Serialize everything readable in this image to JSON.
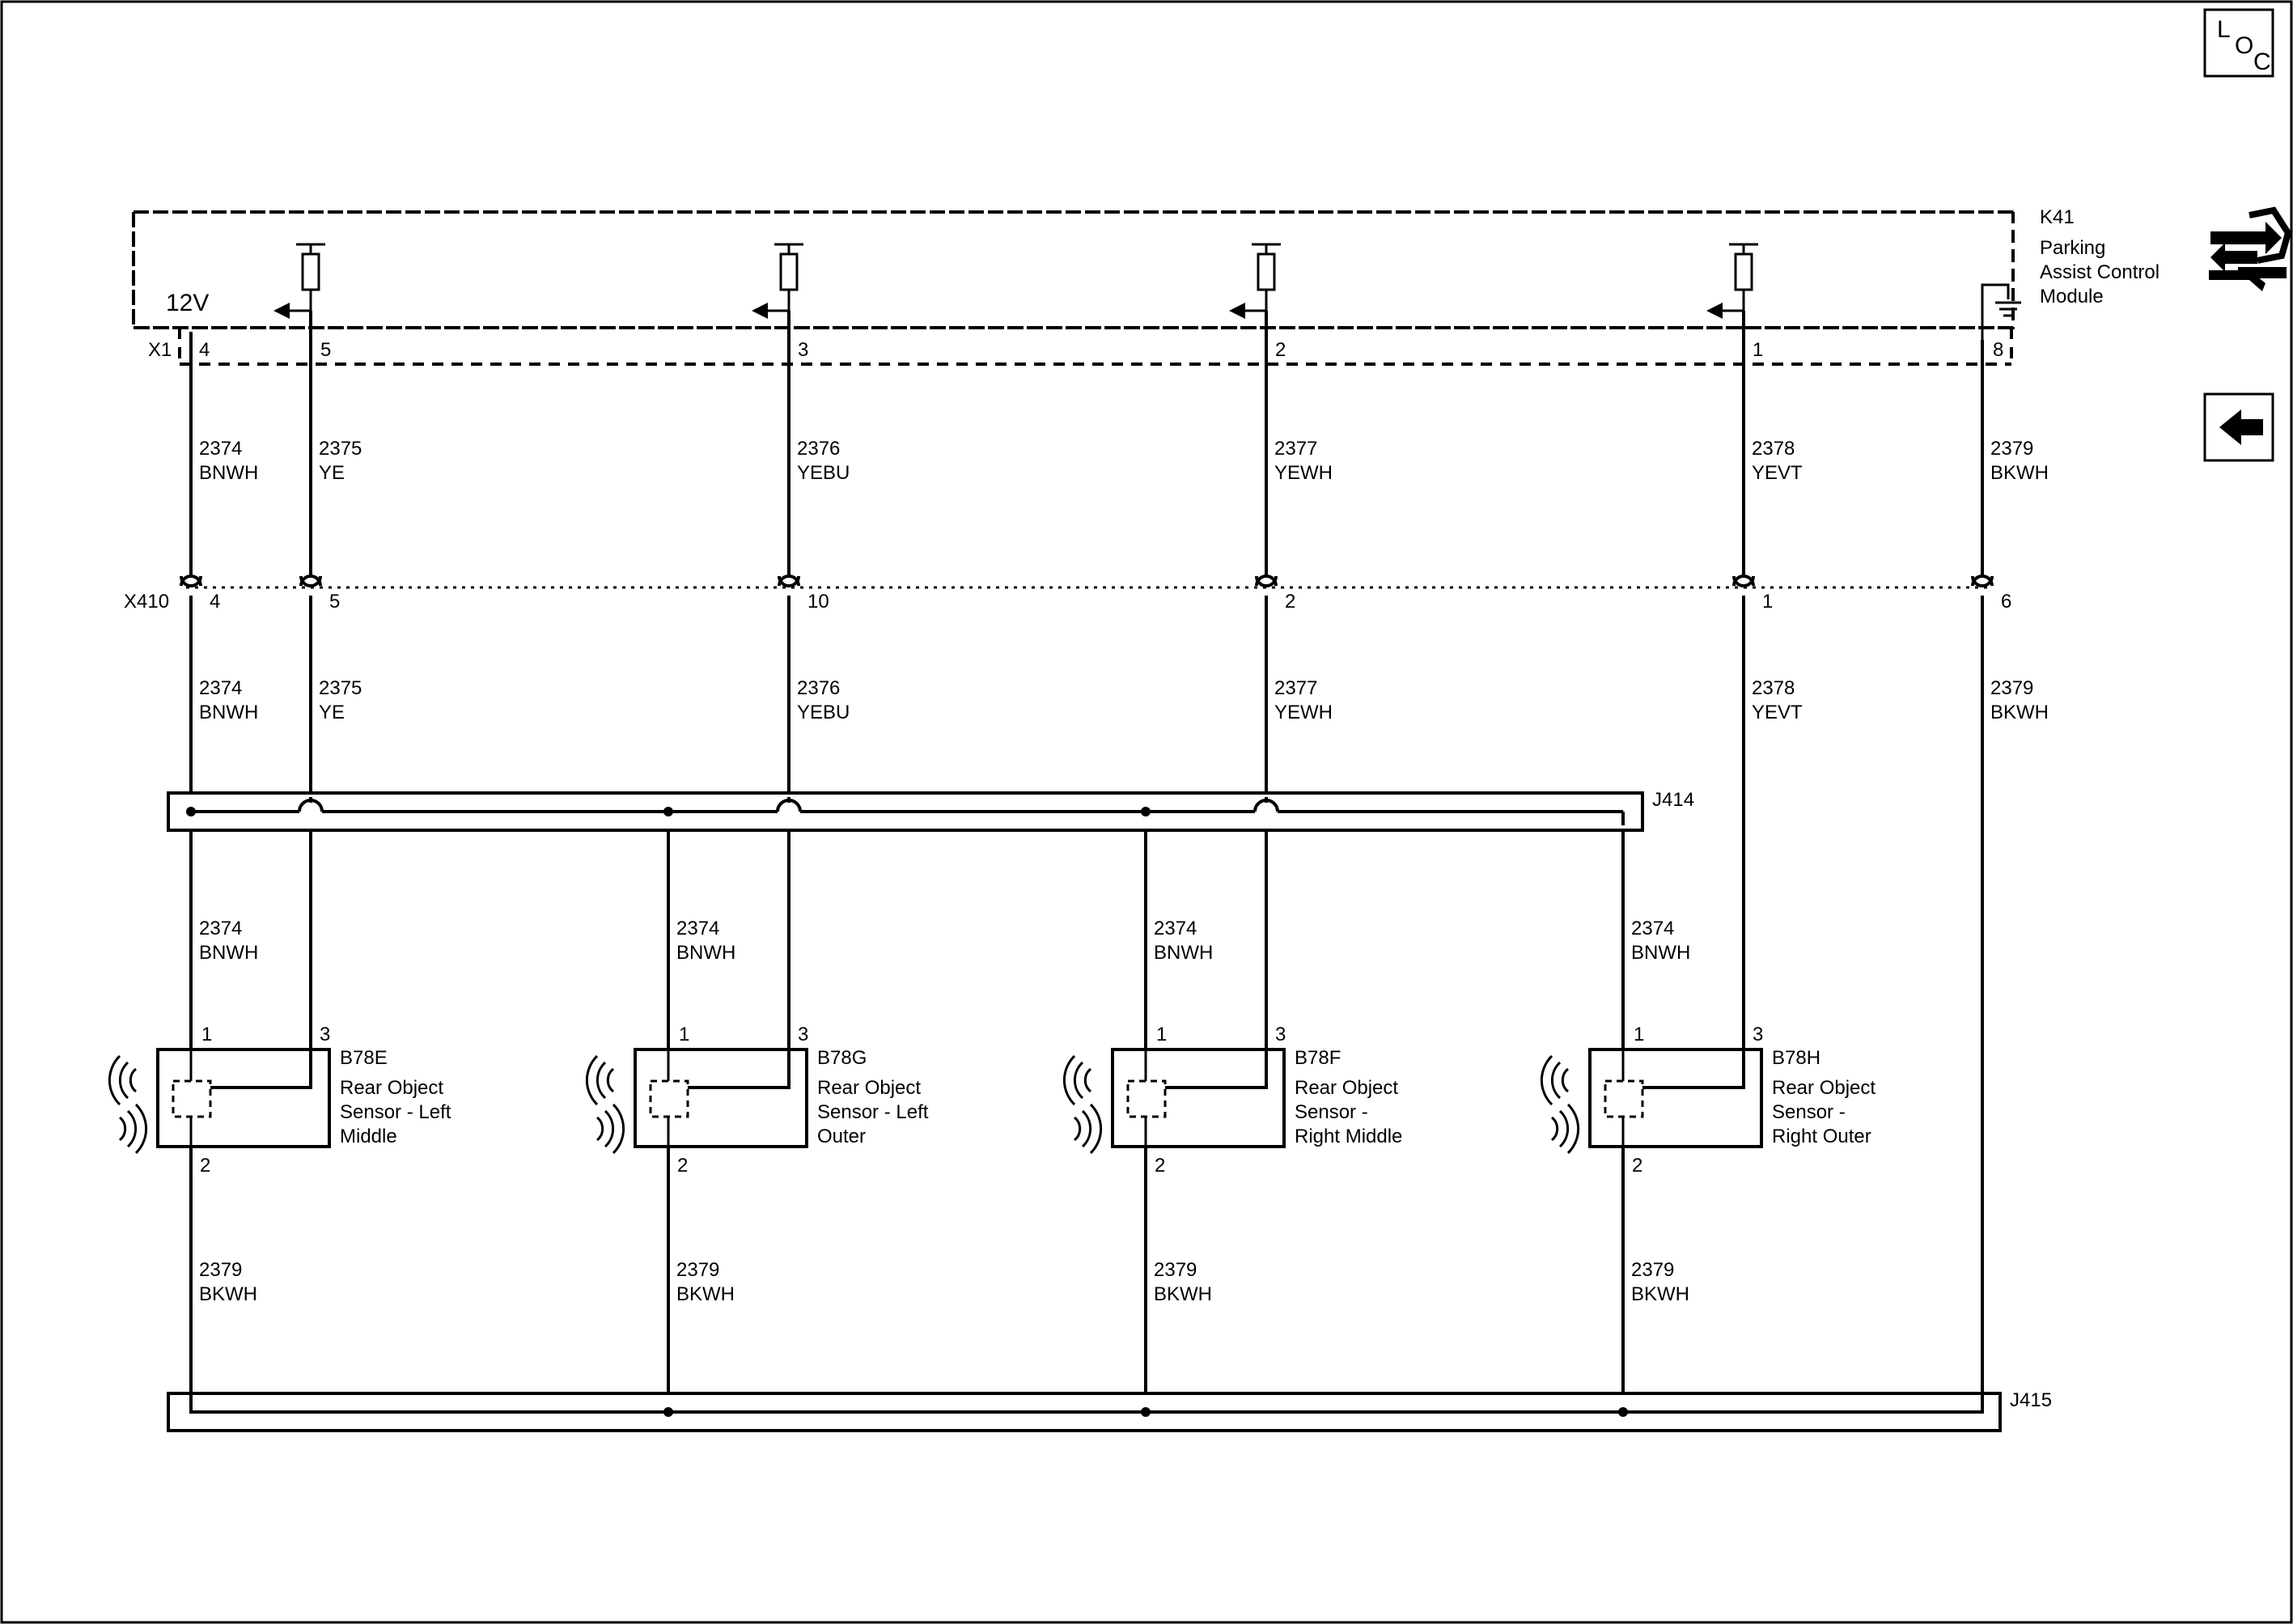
{
  "module": {
    "ref": "K41",
    "name_lines": [
      "Parking",
      "Assist Control",
      "Module"
    ],
    "connector": "X1",
    "voltage": "12V"
  },
  "inline_connector": "X410",
  "splices": {
    "upper": "J414",
    "lower": "J415"
  },
  "nav": {
    "loc_label": [
      "L",
      "O",
      "C"
    ]
  },
  "wires": {
    "w2374": {
      "num": "2374",
      "color": "BNWH"
    },
    "w2375": {
      "num": "2375",
      "color": "YE"
    },
    "w2376": {
      "num": "2376",
      "color": "YEBU"
    },
    "w2377": {
      "num": "2377",
      "color": "YEWH"
    },
    "w2378": {
      "num": "2378",
      "color": "YEVT"
    },
    "w2379": {
      "num": "2379",
      "color": "BKWH"
    }
  },
  "pins": {
    "x1": {
      "p4": "4",
      "p5": "5",
      "p3": "3",
      "p2": "2",
      "p1": "1",
      "p8": "8"
    },
    "x410": {
      "p4": "4",
      "p5": "5",
      "p10": "10",
      "p2": "2",
      "p1": "1",
      "p6": "6"
    },
    "sensor": {
      "p1": "1",
      "p2": "2",
      "p3": "3"
    }
  },
  "sensors": [
    {
      "ref": "B78E",
      "lines": [
        "Rear Object",
        "Sensor - Left",
        "Middle"
      ]
    },
    {
      "ref": "B78G",
      "lines": [
        "Rear Object",
        "Sensor - Left",
        "Outer"
      ]
    },
    {
      "ref": "B78F",
      "lines": [
        "Rear Object",
        "Sensor -",
        "Right Middle"
      ]
    },
    {
      "ref": "B78H",
      "lines": [
        "Rear Object",
        "Sensor -",
        "Right Outer"
      ]
    }
  ]
}
